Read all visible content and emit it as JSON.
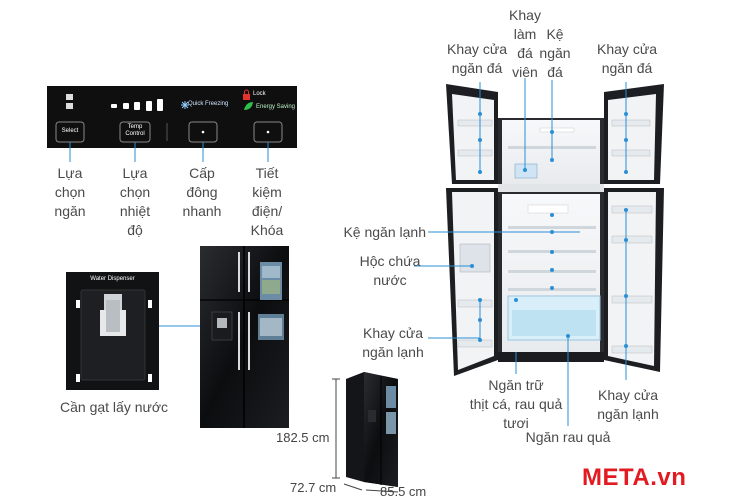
{
  "control_panel": {
    "lock_label": "Lock",
    "quick_freezing_label": "Quick Freezing",
    "energy_saving_label": "Energy Saving",
    "select_label": "Select",
    "temp_control_label": "Temp Control"
  },
  "dispenser_label": "Water Dispenser",
  "callouts": {
    "select": [
      "Lựa",
      "chọn",
      "ngăn"
    ],
    "temp": [
      "Lựa",
      "chọn",
      "nhiệt",
      "độ"
    ],
    "quick_freeze": [
      "Cấp",
      "đông",
      "nhanh"
    ],
    "energy_lock": [
      "Tiết",
      "kiệm",
      "điện/",
      "Khóa"
    ],
    "dispenser_lever": "Cần gạt lấy nước",
    "ice_tray": [
      "Khay",
      "làm",
      "đá",
      "viên"
    ],
    "ice_shelf": [
      "Kệ",
      "ngăn",
      "đá"
    ],
    "freezer_door_left": [
      "Khay cửa",
      "ngăn đá"
    ],
    "freezer_door_right": [
      "Khay cửa",
      "ngăn đá"
    ],
    "fridge_shelf": "Kệ ngăn lạnh",
    "water_box": [
      "Hộc chứa",
      "nước"
    ],
    "fridge_door_left": [
      "Khay cửa",
      "ngăn lạnh"
    ],
    "fridge_door_right": [
      "Khay cửa",
      "ngăn lạnh"
    ],
    "meat_drawer": [
      "Ngăn trữ",
      "thịt cá, rau quả",
      "tươi"
    ],
    "veg_drawer": "Ngăn rau quả"
  },
  "dimensions": {
    "height": "182.5 cm",
    "depth": "72.7 cm",
    "width": "85.5 cm"
  },
  "brand": "META.vn",
  "colors": {
    "panel_black": "#0f0f10",
    "fridge_black": "#111214",
    "line_blue": "#2b8fd6",
    "brand_red": "#e21b22",
    "interior_white": "#f3f5f7"
  }
}
